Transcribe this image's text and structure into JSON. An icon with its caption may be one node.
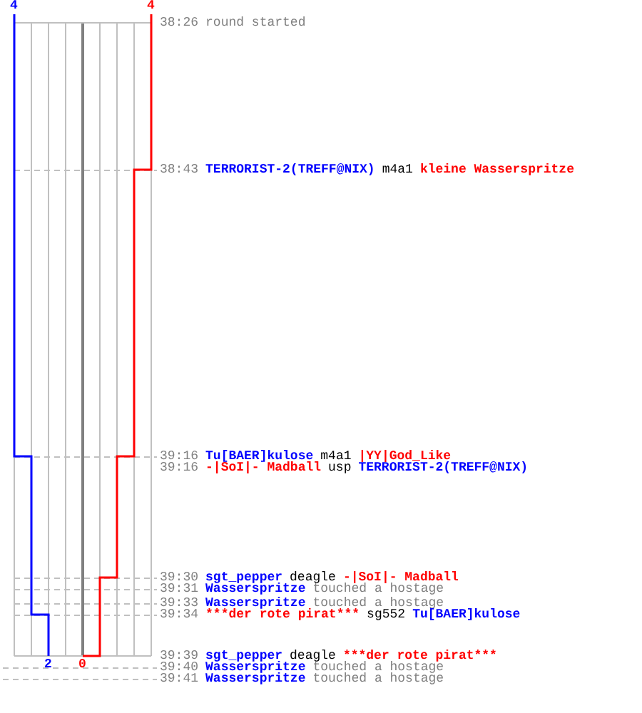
{
  "diagram": {
    "labels": [
      "4",
      "4",
      "38:26",
      "round started",
      "38:43",
      "TERRORIST-2(TREFF@NIX)",
      "m4a1",
      "kleine Wasserspritze",
      "39:16",
      "Tu[BAER]kulose",
      "m4a1",
      "|YY|God_Like",
      "39:16",
      "-|SoI|- Madball",
      "usp",
      "TERRORIST-2(TREFF@NIX)",
      "39:30",
      "sgt_pepper",
      "deagle",
      "-|SoI|- Madball",
      "39:31",
      "Wasserspritze",
      "touched a hostage",
      "39:33",
      "Wasserspritze",
      "touched a hostage",
      "39:34",
      "***der rote pirat***",
      "sg552",
      "Tu[BAER]kulose",
      "39:39",
      "sgt_pepper",
      "deagle",
      "***der rote pirat***",
      "2",
      "0",
      "39:40",
      "Wasserspritze",
      "touched a hostage",
      "39:41",
      "Wasserspritze",
      "touched a hostage"
    ]
  }
}
